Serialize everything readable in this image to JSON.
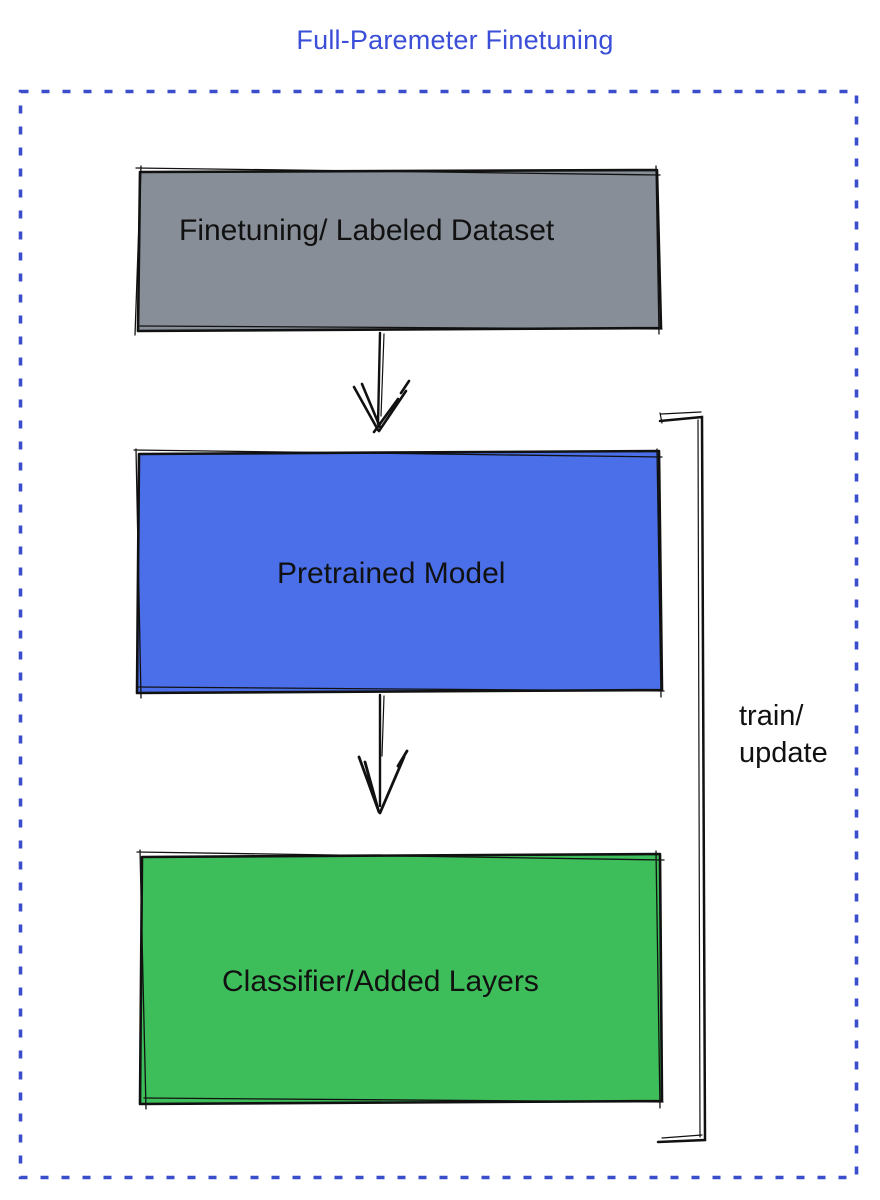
{
  "title": "Full-Paremeter Finetuning",
  "colors": {
    "title_blue": "#3a4ed8",
    "dotted_border_blue": "#3a4ecc",
    "dataset_gray": "#878e97",
    "pretrained_blue": "#4a6fe9",
    "classifier_green": "#3ebe5a",
    "sketch_stroke": "#111111"
  },
  "diagram": {
    "type": "flowchart",
    "nodes": [
      {
        "id": "finetuning-dataset",
        "label": "Finetuning/ Labeled Dataset",
        "fill": "#878e97"
      },
      {
        "id": "pretrained-model",
        "label": "Pretrained Model",
        "fill": "#4a6fe9"
      },
      {
        "id": "classifier-added-layers",
        "label": "Classifier/Added Layers",
        "fill": "#3ebe5a"
      }
    ],
    "edges": [
      {
        "from": "finetuning-dataset",
        "to": "pretrained-model",
        "style": "sketch-arrow-down"
      },
      {
        "from": "pretrained-model",
        "to": "classifier-added-layers",
        "style": "sketch-arrow-down"
      }
    ],
    "bracket": {
      "label": "train/\nupdate",
      "spans": [
        "pretrained-model",
        "classifier-added-layers"
      ]
    }
  }
}
